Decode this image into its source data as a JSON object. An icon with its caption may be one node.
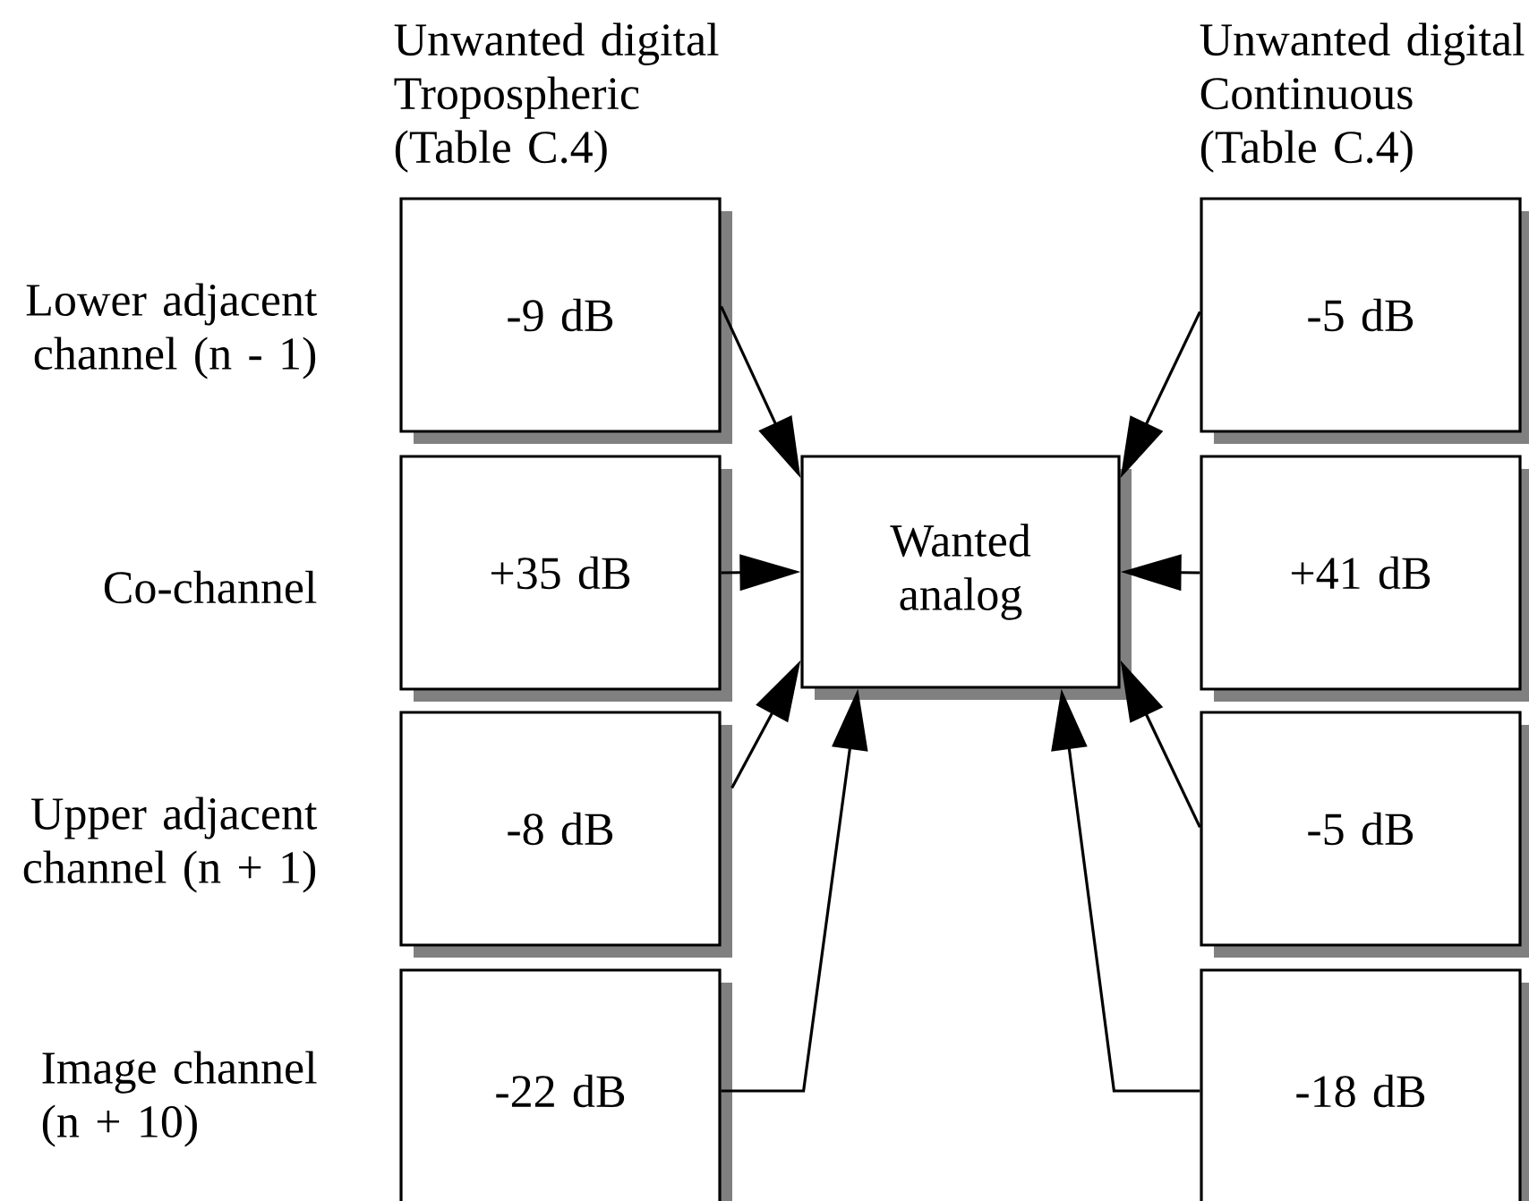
{
  "diagram": {
    "nodes": [
      {
        "text": [
          "-9 dB"
        ]
      },
      {
        "text": [
          "-5 dB"
        ]
      },
      {
        "text": [
          "+35 dB"
        ]
      },
      {
        "text": [
          "Wanted analog"
        ]
      },
      {
        "text": [
          "+41 dB"
        ]
      },
      {
        "text": [
          "-8 dB"
        ]
      },
      {
        "text": [
          "-5 dB"
        ]
      },
      {
        "text": [
          "-22 dB"
        ]
      },
      {
        "text": [
          "-18 dB"
        ]
      }
    ],
    "edges": [
      {
        "from": 0,
        "to": 3,
        "arrow": "to"
      },
      {
        "from": 1,
        "to": 3,
        "arrow": "to"
      },
      {
        "from": 2,
        "to": 3,
        "arrow": "to"
      },
      {
        "from": 4,
        "to": 3,
        "arrow": "to"
      },
      {
        "from": 5,
        "to": 3,
        "arrow": "to"
      },
      {
        "from": 6,
        "to": 3,
        "arrow": "to"
      },
      {
        "from": 7,
        "to": 3,
        "arrow": "to"
      },
      {
        "from": 8,
        "to": 3,
        "arrow": "to"
      }
    ],
    "labels": [
      "Unwanted digital Tropospheric (Table C.4)",
      "Unwanted digital Continuous (Table C.4)",
      "Lower adjacent channel (n - 1)",
      "Co-channel",
      "Upper adjacent channel (n + 1)",
      "Image channel (n + 10)"
    ]
  }
}
